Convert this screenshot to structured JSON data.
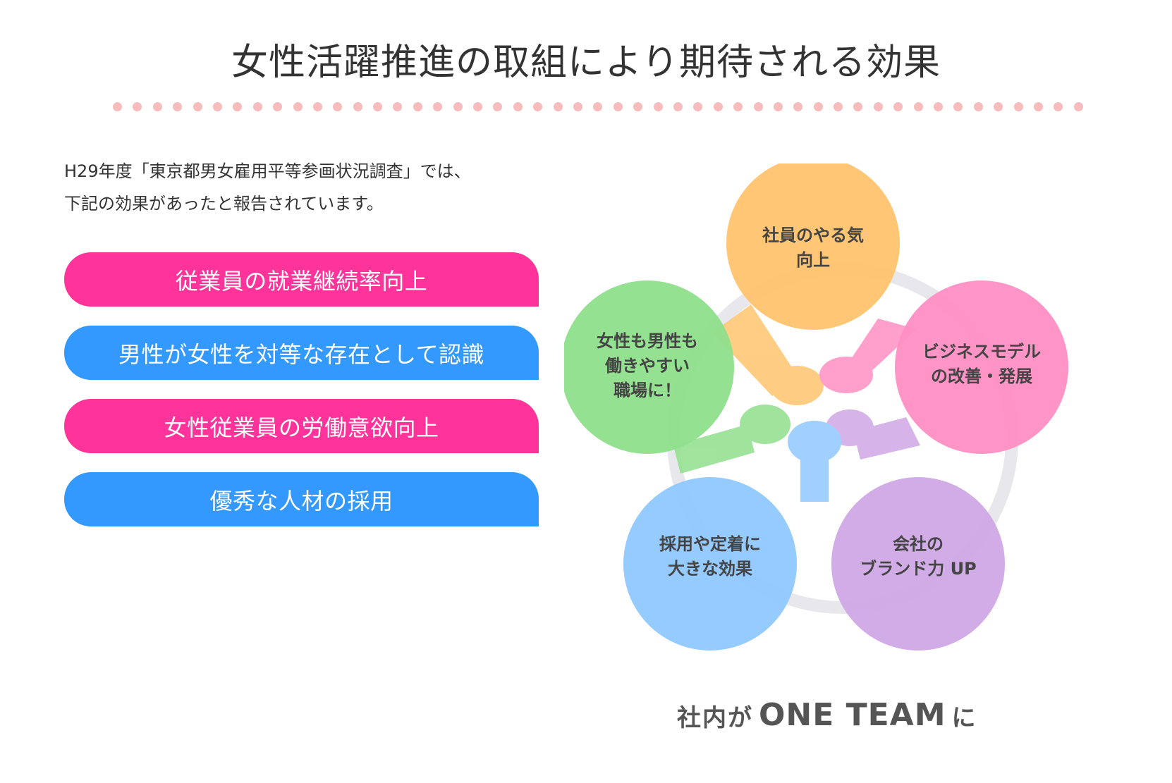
{
  "page": {
    "title": "女性活躍推進の取組により期待される効果"
  },
  "intro": {
    "line1": "H29年度「東京都男女雇用平等参画状況調査」では、",
    "line2": "下記の効果があったと報告されています。"
  },
  "effects": [
    {
      "label": "従業員の就業継続率向上",
      "color": "#ff3399"
    },
    {
      "label": "男性が女性を対等な存在として認識",
      "color": "#3399ff"
    },
    {
      "label": "女性従業員の労働意欲向上",
      "color": "#ff3399"
    },
    {
      "label": "優秀な人材の採用",
      "color": "#3399ff"
    }
  ],
  "diagram": {
    "circles": [
      {
        "lines": [
          "社員のやる気",
          "向上"
        ],
        "color": "#ffc46e"
      },
      {
        "lines": [
          "ビジネスモデル",
          "の改善・発展"
        ],
        "color": "#ff8fc4"
      },
      {
        "lines": [
          "会社の",
          "ブランド力 UP"
        ],
        "color": "#cfa8e6"
      },
      {
        "lines": [
          "採用や定着に",
          "大きな効果"
        ],
        "color": "#8fc8ff"
      },
      {
        "lines": [
          "女性も男性も",
          "働きやすい",
          "職場に！"
        ],
        "color": "#8fdf8c"
      }
    ],
    "caption_prefix": "社内が",
    "caption_main": "ONE TEAM",
    "caption_suffix": "に"
  },
  "colors": {
    "dot": "#f8bcbc",
    "text": "#333333",
    "accent_pink": "#ff3399",
    "accent_blue": "#3399ff"
  }
}
